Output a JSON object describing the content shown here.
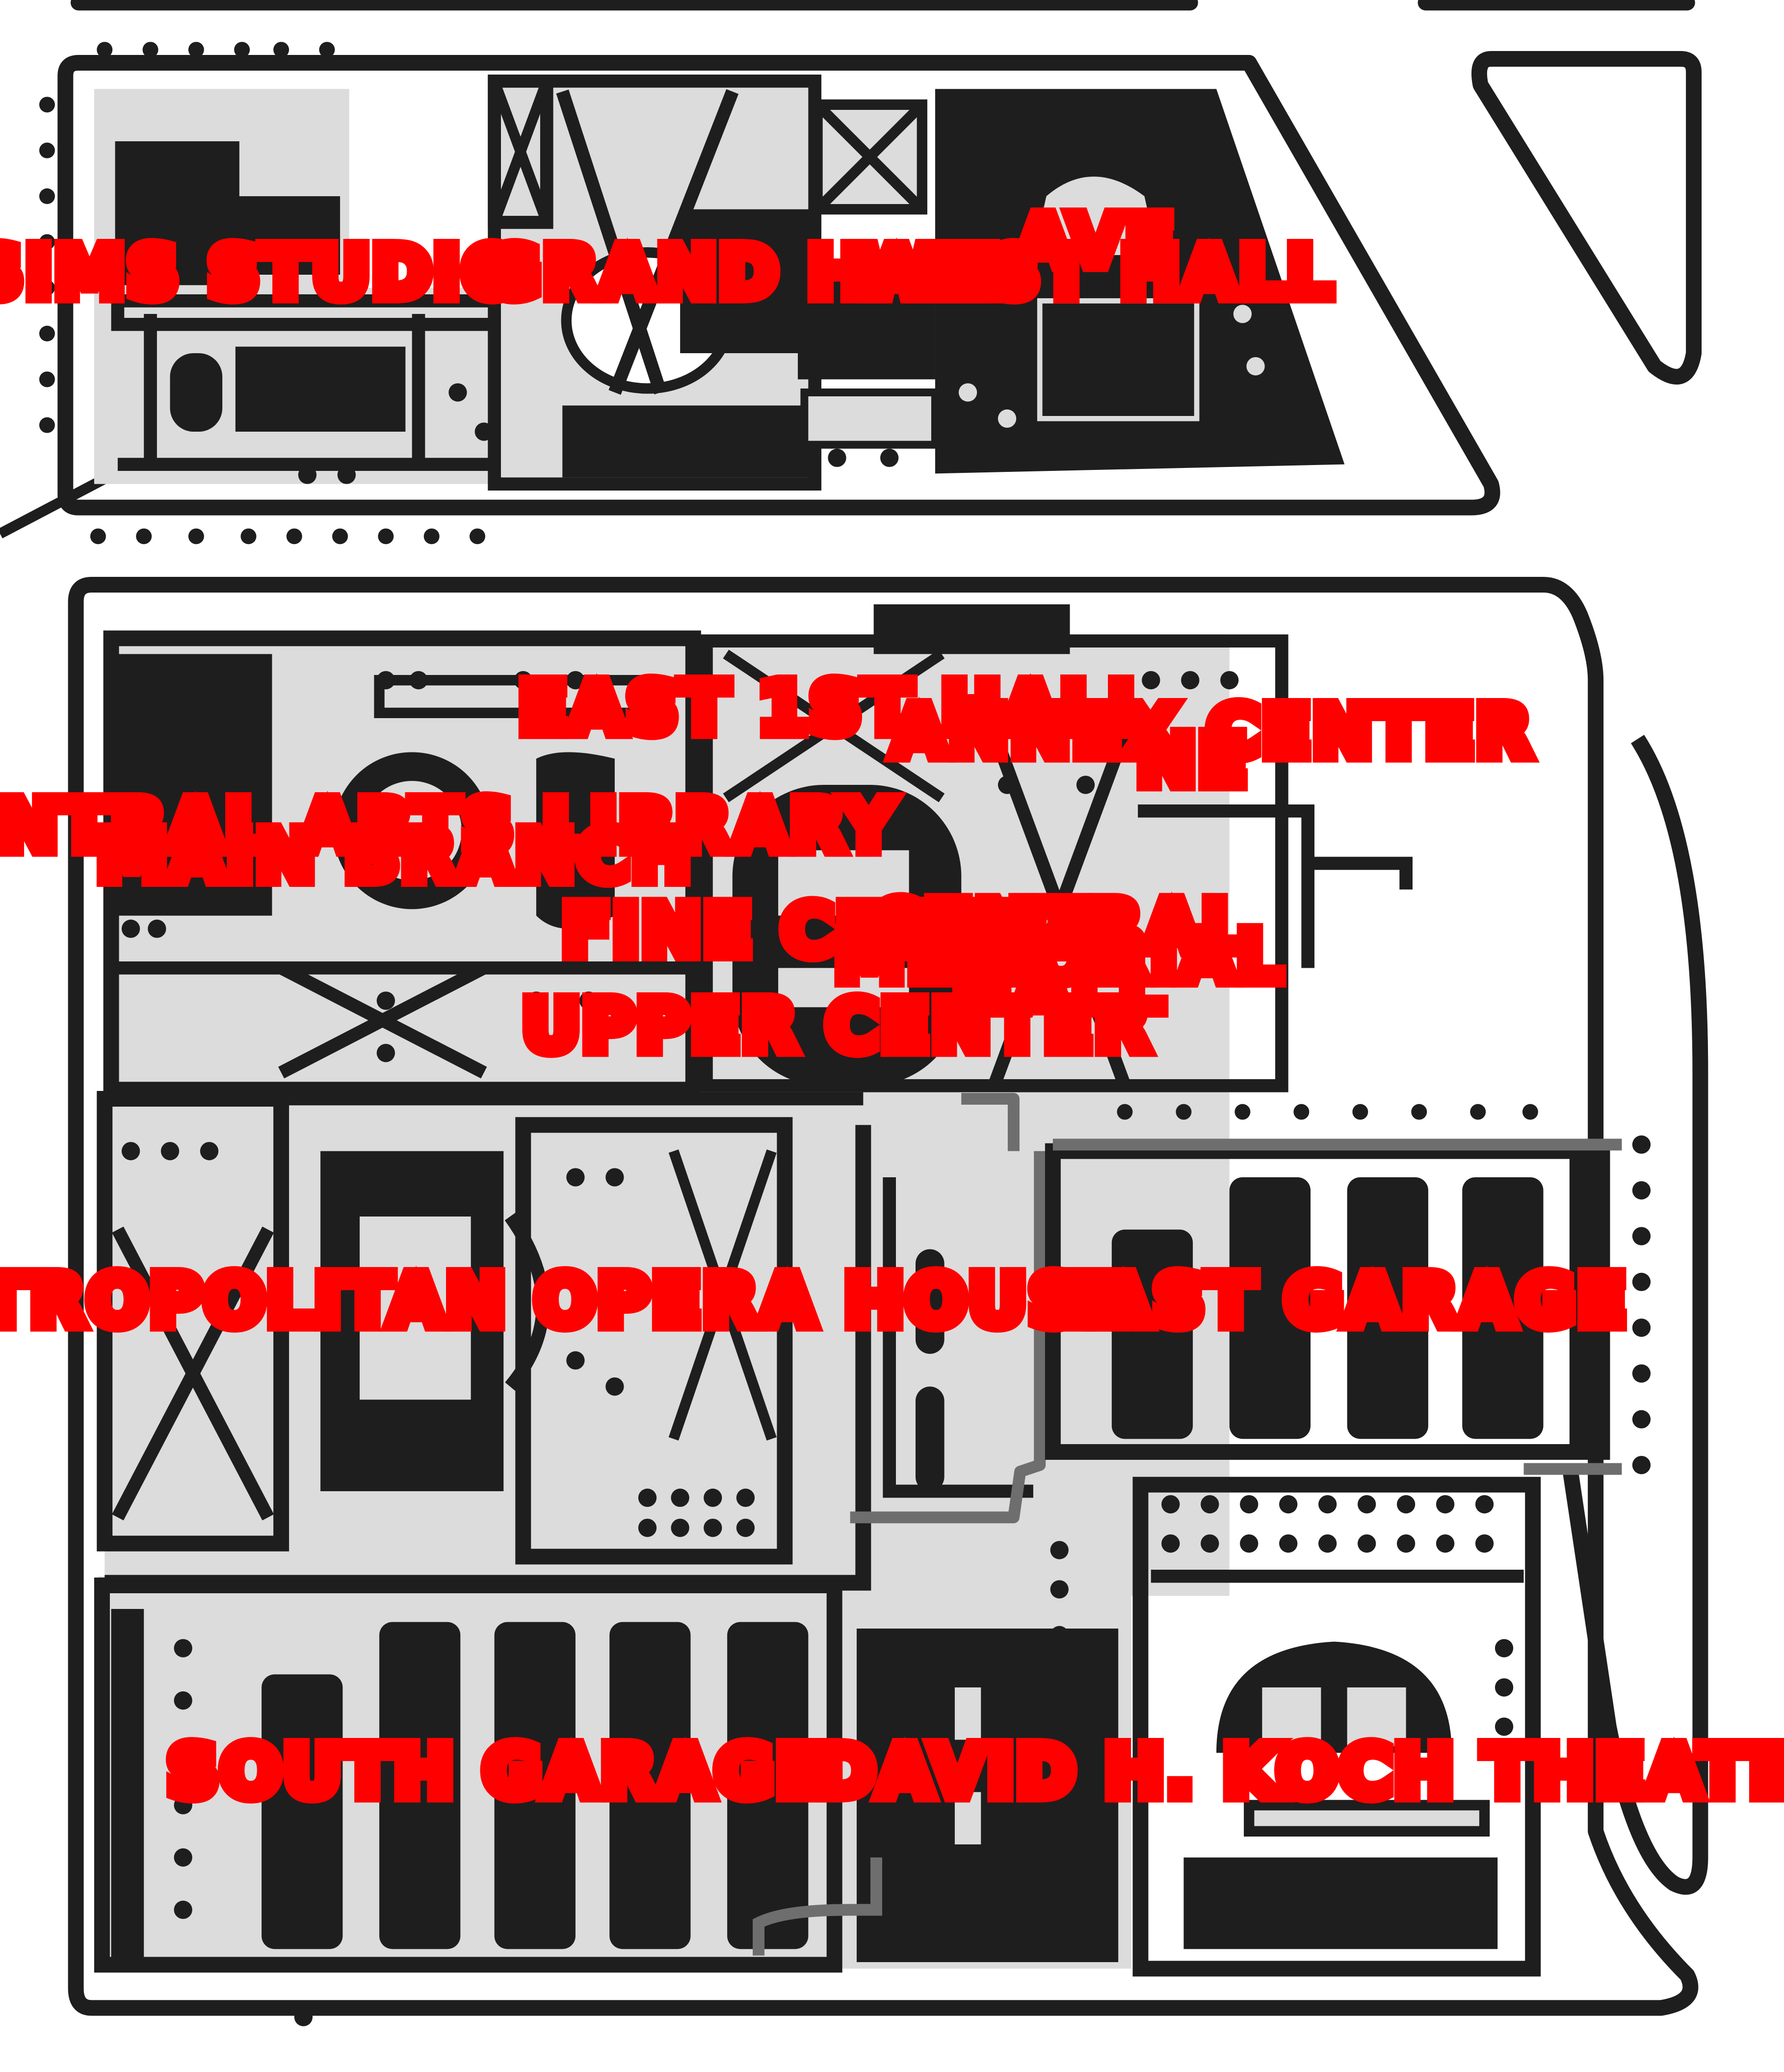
{
  "map": {
    "background_color": "#ffffff",
    "building_fill": "#dcdcdc",
    "outline_color": "#1e1e1e",
    "path_color": "#6e6e6e",
    "label_color": "#ff0000",
    "labels": [
      {
        "id": "sims-studio",
        "lines": [
          "SIMS STUDIO"
        ]
      },
      {
        "id": "grand-hall",
        "lines": [
          "GRAND HALL"
        ]
      },
      {
        "id": "ave-west-hall",
        "lines": [
          "AVE",
          "WEST HALL"
        ]
      },
      {
        "id": "east-1st-hall",
        "lines": [
          "EAST 1ST HALL"
        ]
      },
      {
        "id": "annex-center",
        "lines": [
          "ANNEX CENTER",
          "NE"
        ]
      },
      {
        "id": "central-arts",
        "lines": [
          "CENTRAL ARTS LIBRARY",
          "MAIN BRANCH"
        ]
      },
      {
        "id": "fine-center",
        "lines": [
          "FINE CENTER"
        ]
      },
      {
        "id": "central-hall",
        "lines": [
          "CENTRAL",
          "MEMORIAL",
          "HALL"
        ]
      },
      {
        "id": "upper-center",
        "lines": [
          "UPPER CENTER"
        ]
      },
      {
        "id": "metropolitan-opera-house",
        "lines": [
          "METROPOLITAN OPERA HOUSE"
        ]
      },
      {
        "id": "east-garage",
        "lines": [
          "EAST GARAGE"
        ]
      },
      {
        "id": "south-garage",
        "lines": [
          "SOUTH GARAGE"
        ]
      },
      {
        "id": "david-koch-theater",
        "lines": [
          "DAVID H. KOCH THEATER"
        ]
      }
    ]
  }
}
